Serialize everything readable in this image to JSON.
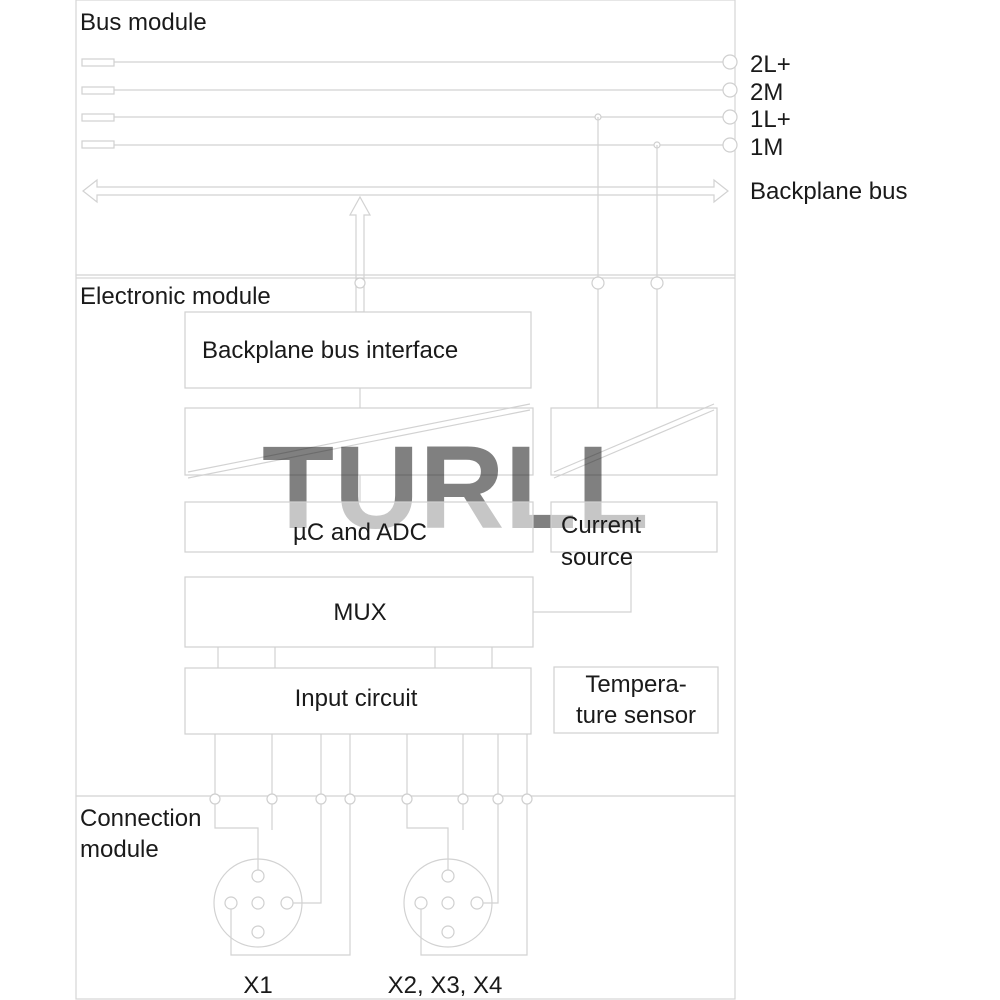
{
  "sections": {
    "bus_module": "Bus module",
    "electronic_module": "Electronic module",
    "connection_module_line1": "Connection",
    "connection_module_line2": "module"
  },
  "terminals": {
    "t1": "2L+",
    "t2": "2M",
    "t3": "1L+",
    "t4": "1M",
    "backplane_bus": "Backplane bus"
  },
  "blocks": {
    "backplane_bus_interface": "Backplane bus interface",
    "uc_adc": "µC and ADC",
    "current_source_line1": "Current",
    "current_source_line2": "source",
    "mux": "MUX",
    "input_circuit": "Input circuit",
    "temp_sensor_line1": "Tempera-",
    "temp_sensor_line2": "ture sensor"
  },
  "connectors": {
    "x1": "X1",
    "x2_x4": "X2, X3, X4"
  },
  "watermark": "TURLL",
  "colors": {
    "line": "#d2d2d2",
    "text": "#1a1a1a",
    "watermark": "#2f7d6b"
  }
}
